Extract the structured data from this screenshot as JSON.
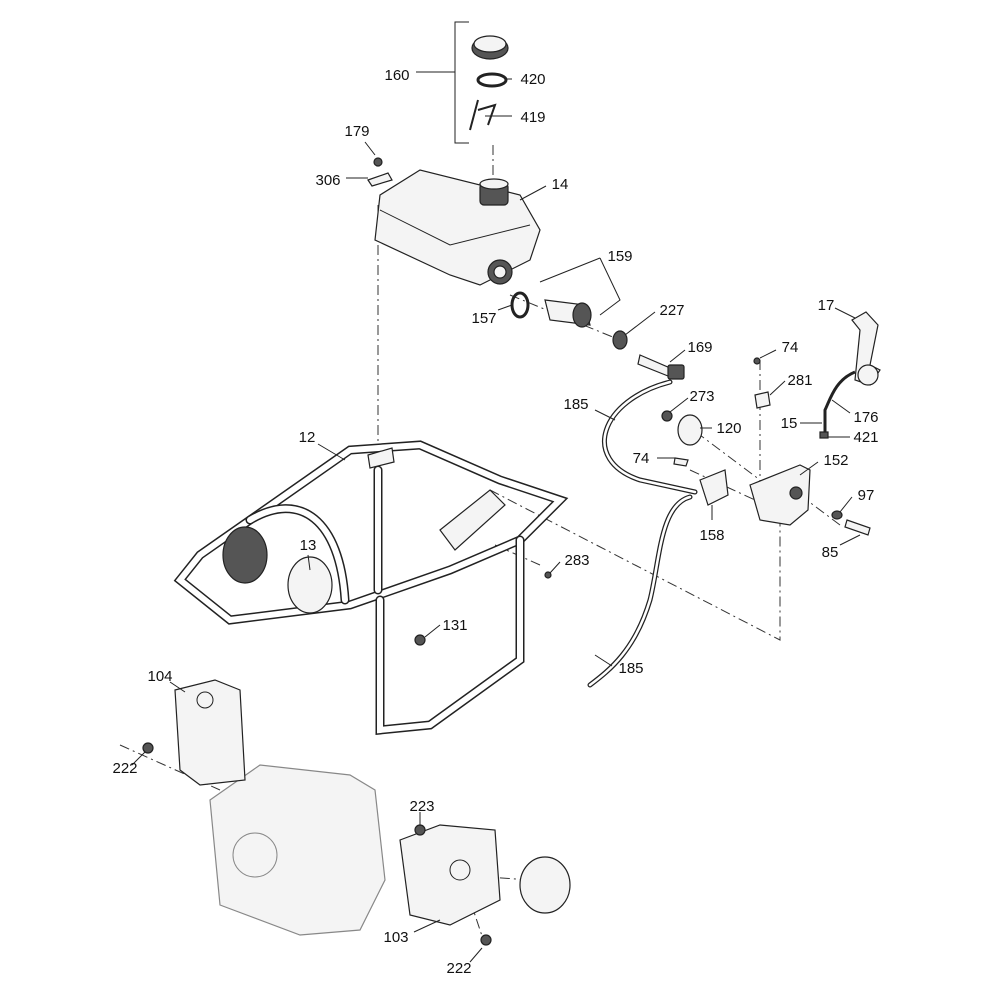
{
  "callouts": [
    "160",
    "420",
    "419",
    "179",
    "306",
    "14",
    "159",
    "157",
    "227",
    "169",
    "17",
    "74",
    "281",
    "185",
    "273",
    "120",
    "15",
    "176",
    "421",
    "12",
    "74",
    "152",
    "97",
    "85",
    "158",
    "13",
    "283",
    "131",
    "185",
    "104",
    "222",
    "223",
    "103",
    "222"
  ]
}
